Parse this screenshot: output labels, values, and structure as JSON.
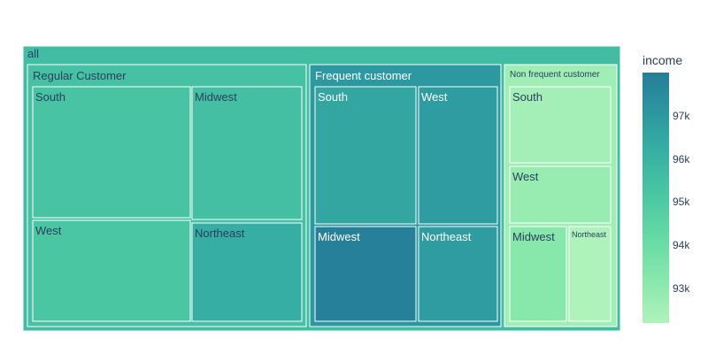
{
  "chart_data": {
    "type": "treemap",
    "root_label": "all",
    "root_value": 95.6,
    "groups": [
      {
        "label": "Regular Customer",
        "value": 95.4,
        "children": [
          {
            "label": "South",
            "value": 95.3
          },
          {
            "label": "Midwest",
            "value": 95.5
          },
          {
            "label": "West",
            "value": 95.2
          },
          {
            "label": "Northeast",
            "value": 96.2
          }
        ]
      },
      {
        "label": "Frequent customer",
        "value": 97.0,
        "children": [
          {
            "label": "South",
            "value": 96.5
          },
          {
            "label": "West",
            "value": 96.9
          },
          {
            "label": "Midwest",
            "value": 97.9
          },
          {
            "label": "Northeast",
            "value": 96.9
          }
        ]
      },
      {
        "label": "Non frequent customer",
        "value": 92.6,
        "children": [
          {
            "label": "South",
            "value": 92.5
          },
          {
            "label": "West",
            "value": 92.8
          },
          {
            "label": "Midwest",
            "value": 93.2
          },
          {
            "label": "Northeast",
            "value": 92.2
          }
        ]
      }
    ],
    "colorbar": {
      "title": "income",
      "range": [
        92.2,
        98.0
      ],
      "ticks": [
        {
          "label": "93k",
          "value": 93
        },
        {
          "label": "94k",
          "value": 94
        },
        {
          "label": "95k",
          "value": 95
        },
        {
          "label": "96k",
          "value": 96
        },
        {
          "label": "97k",
          "value": 97
        }
      ],
      "colorscale": [
        "#b0f2bc",
        "#89e8ac",
        "#67dba5",
        "#4cc8a3",
        "#38b2a3",
        "#2c98a0",
        "#257d98"
      ]
    }
  }
}
